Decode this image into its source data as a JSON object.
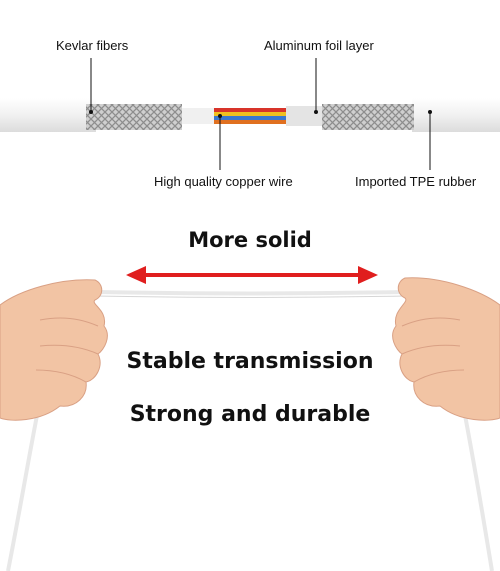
{
  "diagram": {
    "labels": {
      "kevlar": "Kevlar fibers",
      "aluminum": "Aluminum foil layer",
      "copper": "High quality copper wire",
      "tpe": "Imported TPE rubber"
    },
    "wire_colors": [
      "#d8342a",
      "#f0c020",
      "#3a78d0",
      "#e07020"
    ]
  },
  "headline": "More solid",
  "taglines": {
    "line1": "Stable transmission",
    "line2": "Strong and durable"
  },
  "colors": {
    "arrow": "#e01e1e",
    "skin": "#f3c7a8",
    "cable": "#f4f4f4"
  }
}
